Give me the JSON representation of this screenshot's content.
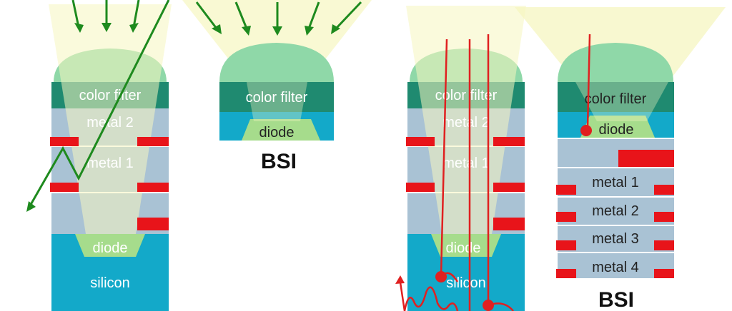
{
  "labels": {
    "color_filter": "color filter",
    "metal_2": "metal 2",
    "metal_1": "metal 1",
    "metal_3": "metal 3",
    "metal_4": "metal 4",
    "diode": "diode",
    "silicon": "silicon",
    "bsi": "BSI"
  },
  "colors": {
    "light_cone": "#f6f6c0",
    "lens": "#8fd8a8",
    "lens_edge": "#7fc9e6",
    "color_filter": "#1f8a70",
    "metal_layer": "#a9c2d4",
    "silicon": "#13a9c9",
    "diode": "#a6dc8c",
    "metal_wire": "#e8141a",
    "light_ray_green": "#1e8a1e",
    "light_ray_red": "#e02020"
  }
}
